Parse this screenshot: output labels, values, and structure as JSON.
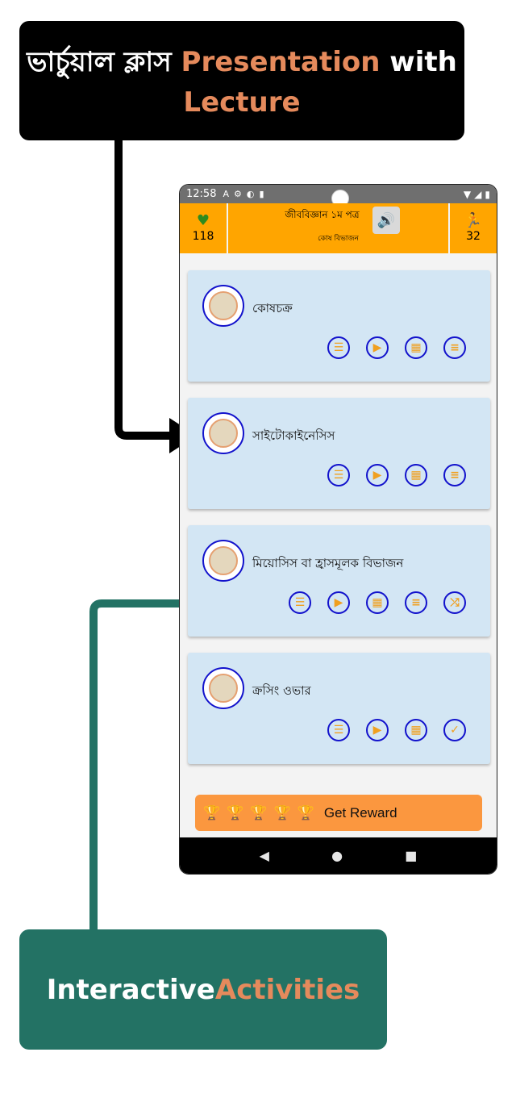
{
  "callout_top": {
    "line1": "ভার্চুয়াল ক্লাস ",
    "accent1": "Presentation",
    "mid": " with",
    "accent2": "Lecture"
  },
  "callout_bottom": {
    "plain": "Interactive ",
    "accent": "Activities"
  },
  "status_bar": {
    "time": "12:58",
    "icons": [
      "A",
      "⚙",
      "◐",
      "▮"
    ]
  },
  "app_bar": {
    "hearts": "118",
    "title": "জীববিজ্ঞান ১ম পত্র",
    "subtitle": "কোষ বিভাজন",
    "steps": "32"
  },
  "lessons": [
    {
      "title": "কোষচক্র",
      "activities": [
        "quiz-icon",
        "lecture-icon",
        "grid-icon",
        "notes-icon"
      ]
    },
    {
      "title": "সাইটোকাইনেসিস",
      "activities": [
        "quiz-icon",
        "lecture-icon",
        "grid-icon",
        "notes-icon"
      ]
    },
    {
      "title": "মিয়োসিস বা হ্রাসমূলক বিভাজন",
      "activities": [
        "quiz-icon",
        "lecture-icon",
        "grid-icon",
        "notes-icon",
        "shuffle-icon"
      ]
    },
    {
      "title": "ক্রসিং ওভার",
      "activities": [
        "quiz-icon",
        "lecture-icon",
        "grid-icon",
        "check-icon"
      ]
    }
  ],
  "reward": {
    "label": "Get Reward",
    "trophies": 5
  },
  "colors": {
    "accent_orange": "#ffa500",
    "card_bg": "#d3e6f4",
    "ring_blue": "#1212cc",
    "callout_teal": "#237264",
    "callout_accent": "#e58a5c"
  }
}
